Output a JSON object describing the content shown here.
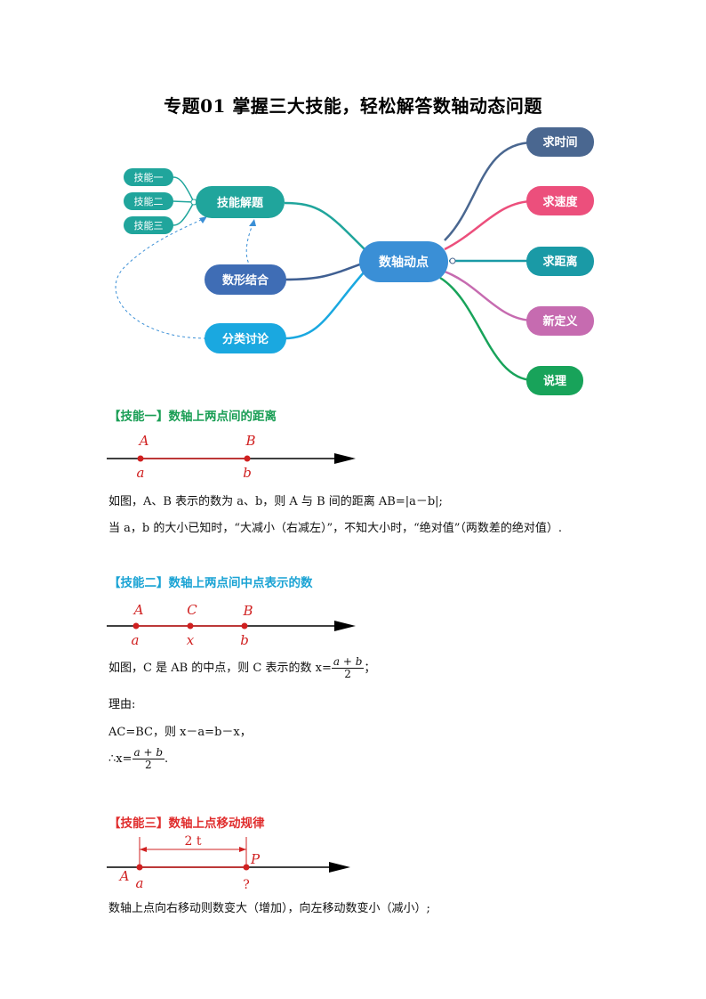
{
  "title": "专题01  掌握三大技能，轻松解答数轴动态问题",
  "mindmap": {
    "center": "数轴动点",
    "left_main": "技能解题",
    "left_skills": [
      "技能一",
      "技能二",
      "技能三"
    ],
    "left_mid": "数形结合",
    "left_low": "分类讨论",
    "right_nodes": [
      "求时间",
      "求速度",
      "求距离",
      "新定义",
      "说理"
    ],
    "colors": {
      "center": "#3a8fd6",
      "teal": "#20a59c",
      "navy": "#3f5f92",
      "cyan": "#1aa8e0",
      "slate": "#4a6790",
      "pink": "#ec4f7c",
      "teal2": "#1a9aa6",
      "mauve": "#c66bb0",
      "green": "#18a35a"
    }
  },
  "skill1": {
    "heading": "【技能一】数轴上两点间的距离",
    "color": "#1a9e55",
    "points": [
      "A",
      "B"
    ],
    "values": [
      "a",
      "b"
    ],
    "line1": "如图，A、B 表示的数为 a、b，则 A 与 B 间的距离 AB=|a－b|;",
    "line2": "当 a，b 的大小已知时，“大减小（右减左）”，不知大小时，“绝对值”（两数差的绝对值）."
  },
  "skill2": {
    "heading": "【技能二】数轴上两点间中点表示的数",
    "color": "#1aa3d4",
    "points": [
      "A",
      "C",
      "B"
    ],
    "values": [
      "a",
      "x",
      "b"
    ],
    "line1": "如图，C 是 AB 的中点，则 C 表示的数 x=",
    "line1_end": "；",
    "frac_num": "a + b",
    "frac_den": "2",
    "reason": "理由:",
    "line3": "AC=BC，则 x－a=b－x，",
    "line4_prefix": "∴x=",
    "line4_end": "."
  },
  "skill3": {
    "heading": "【技能三】数轴上点移动规律",
    "color": "#e02d2d",
    "dist": "2 t",
    "labels": [
      "A",
      "a",
      "P",
      "?"
    ],
    "line1": "数轴上点向右移动则数变大（增加），向左移动数变小（减小）;"
  }
}
